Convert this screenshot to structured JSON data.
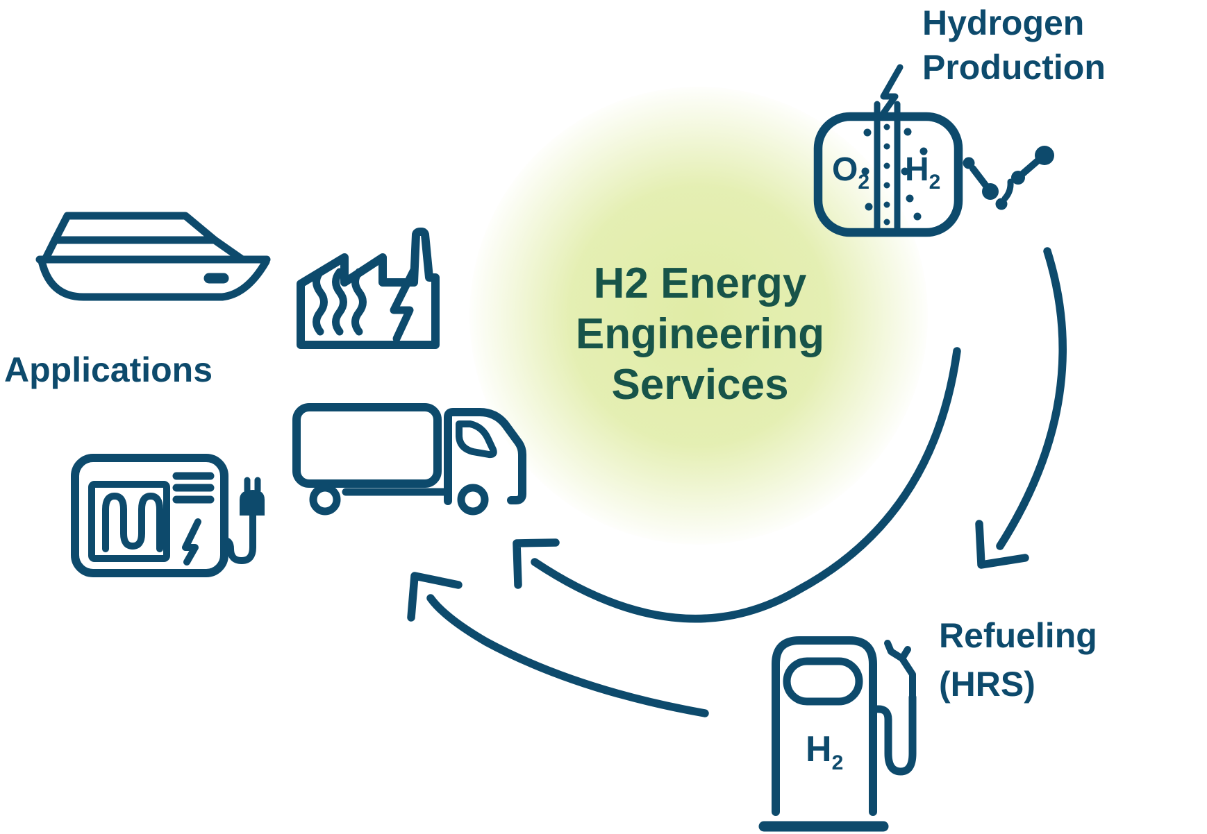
{
  "title": {
    "text": "H2 Energy\nEngineering\nServices"
  },
  "stages": {
    "production": {
      "label": "Hydrogen\nProduction",
      "electrolyzer": {
        "left_gas_main": "O",
        "left_gas_sub": "2",
        "right_gas_main": "H",
        "right_gas_sub": "2"
      }
    },
    "refueling": {
      "label": "Refueling\n(HRS)",
      "pump": {
        "gas_main": "H",
        "gas_sub": "2"
      }
    },
    "applications": {
      "label": "Applications"
    }
  },
  "icons": [
    "electrolyzer-icon",
    "lightning-icon",
    "hydrogen-molecules-icon",
    "ship-icon",
    "factory-icon",
    "truck-icon",
    "generator-plug-icon",
    "fuel-pump-icon",
    "arrow-production-to-refueling",
    "arrow-refueling-to-applications-upper",
    "arrow-refueling-to-applications-lower"
  ],
  "colors": {
    "line_teal": "#0d4a6c",
    "title_green": "#175449",
    "glow_green": "#e0eca6",
    "background": "#ffffff"
  }
}
